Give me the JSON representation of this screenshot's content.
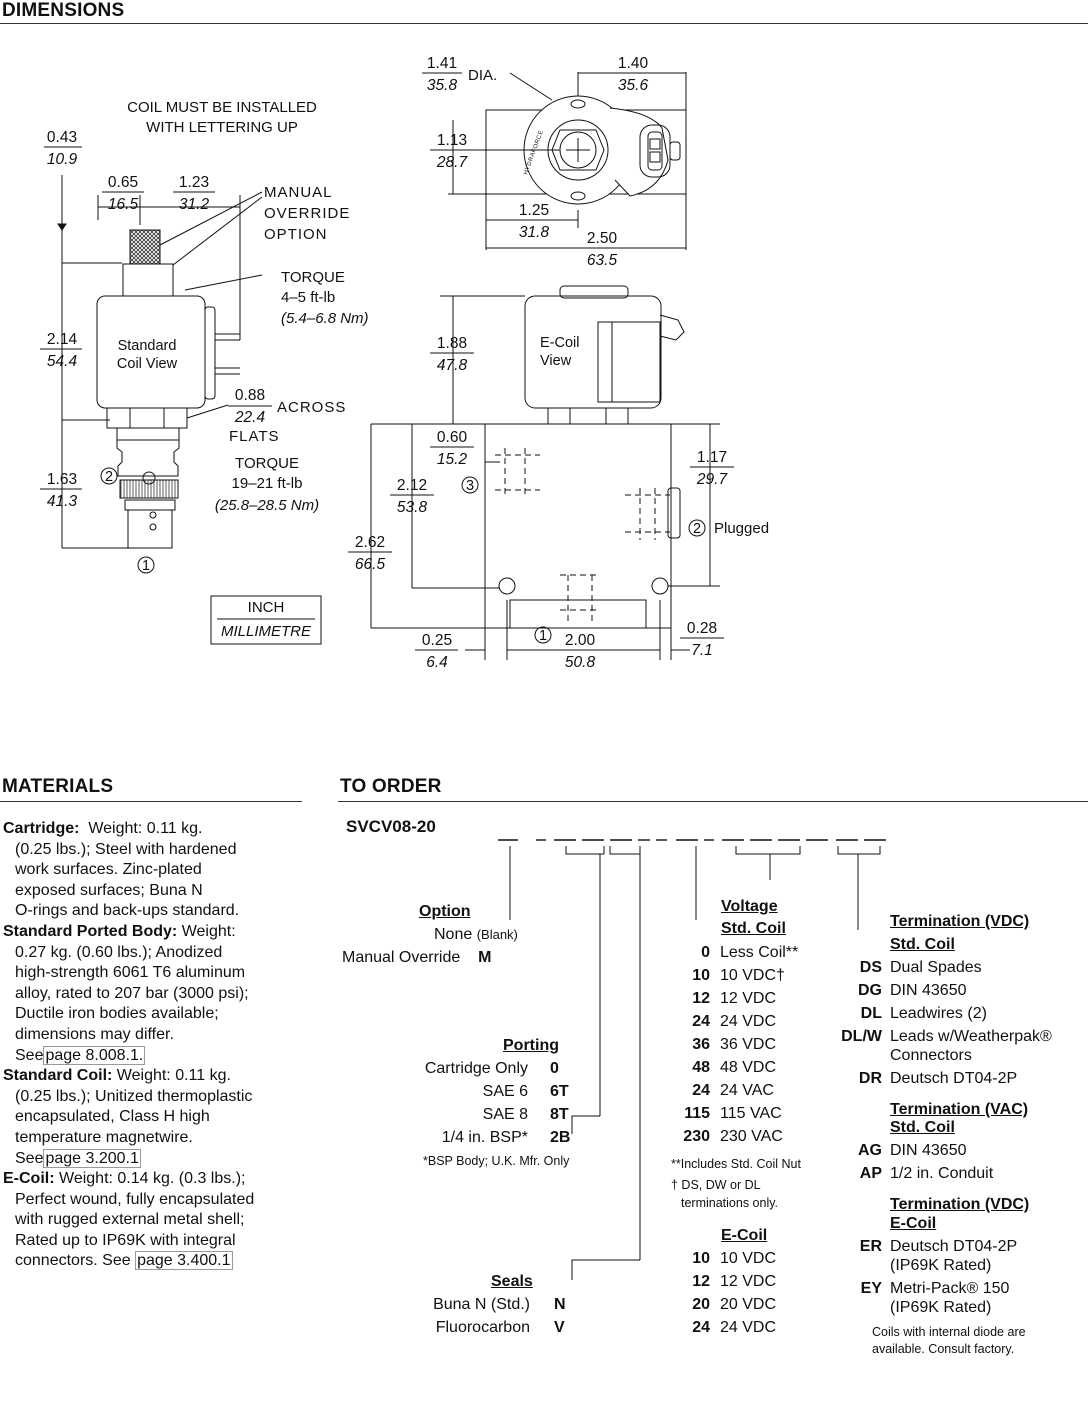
{
  "sections": {
    "dimensions": "DIMENSIONS",
    "materials": "MATERIALS",
    "to_order": "TO ORDER"
  },
  "drawing": {
    "coil_note_1": "COIL MUST BE INSTALLED",
    "coil_note_2": "WITH LETTERING UP",
    "d043_in": "0.43",
    "d043_mm": "10.9",
    "d065_in": "0.65",
    "d065_mm": "16.5",
    "d123_in": "1.23",
    "d123_mm": "31.2",
    "manual_1": "MANUAL",
    "manual_2": "OVERRIDE",
    "manual_3": "OPTION",
    "torque1_t": "TORQUE",
    "torque1_v": "4–5 ft-lb",
    "torque1_m": "(5.4–6.8 Nm)",
    "d214_in": "2.14",
    "d214_mm": "54.4",
    "std_coil_1": "Standard",
    "std_coil_2": "Coil View",
    "d088_in": "0.88",
    "d088_mm": "22.4",
    "across": "ACROSS",
    "flats": "FLATS",
    "torque2_t": "TORQUE",
    "torque2_v": "19–21 ft-lb",
    "torque2_m": "(25.8–28.5 Nm)",
    "d163_in": "1.63",
    "d163_mm": "41.3",
    "port1": "1",
    "port2": "2",
    "port3": "3",
    "legend_in": "INCH",
    "legend_mm": "MILLIMETRE",
    "d141_in": "1.41",
    "d141_mm": "35.8",
    "dia": "DIA.",
    "d140_in": "1.40",
    "d140_mm": "35.6",
    "d113_in": "1.13",
    "d113_mm": "28.7",
    "d125_in": "1.25",
    "d125_mm": "31.8",
    "d250_in": "2.50",
    "d250_mm": "63.5",
    "d188_in": "1.88",
    "d188_mm": "47.8",
    "ecoil_1": "E-Coil",
    "ecoil_2": "View",
    "d060_in": "0.60",
    "d060_mm": "15.2",
    "d212_in": "2.12",
    "d212_mm": "53.8",
    "d262_in": "2.62",
    "d262_mm": "66.5",
    "d117_in": "1.17",
    "d117_mm": "29.7",
    "plugged": "Plugged",
    "d025_in": "0.25",
    "d025_mm": "6.4",
    "d200_in": "2.00",
    "d200_mm": "50.8",
    "d028_in": "0.28",
    "d028_mm": "7.1",
    "hydraforce": "HYDRAFORCE"
  },
  "materials": {
    "cartridge_h": "Cartridge:",
    "cartridge_1": "Weight: 0.11 kg.",
    "cartridge_2": "(0.25 lbs.); Steel with hardened",
    "cartridge_3": "work surfaces. Zinc-plated",
    "cartridge_4": "exposed surfaces; Buna N",
    "cartridge_5": "O-rings and back-ups standard.",
    "body_h": "Standard Ported Body:",
    "body_1": "Weight:",
    "body_2": "0.27 kg. (0.60 lbs.); Anodized",
    "body_3": "high-strength 6061 T6 aluminum",
    "body_4": "alloy, rated to 207 bar (3000 psi);",
    "body_5": "Ductile iron bodies available;",
    "body_6": "dimensions may differ.",
    "body_see": "See",
    "body_link": "page 8.008.1.",
    "coil_h": "Standard Coil:",
    "coil_1": "Weight: 0.11 kg.",
    "coil_2": "(0.25 lbs.); Unitized thermoplastic",
    "coil_3": "encapsulated, Class H high",
    "coil_4": "temperature magnetwire.",
    "coil_see": "See",
    "coil_link": "page 3.200.1",
    "ecoil_h": "E-Coil:",
    "ecoil_1": "Weight: 0.14 kg. (0.3 lbs.);",
    "ecoil_2": "Perfect wound, fully encapsulated",
    "ecoil_3": "with rugged external metal shell;",
    "ecoil_4": "Rated up to IP69K with integral",
    "ecoil_5": "connectors. See",
    "ecoil_link": "page 3.400.1"
  },
  "order": {
    "model": "SVCV08-20",
    "option_h": "Option",
    "option_none": "None",
    "option_blank": "(Blank)",
    "option_mo": "Manual Override",
    "option_mo_code": "M",
    "porting_h": "Porting",
    "porting": [
      {
        "label": "Cartridge Only",
        "code": "0"
      },
      {
        "label": "SAE 6",
        "code": "6T"
      },
      {
        "label": "SAE 8",
        "code": "8T"
      },
      {
        "label": "1/4 in. BSP*",
        "code": "2B"
      }
    ],
    "porting_note": "*BSP Body; U.K. Mfr. Only",
    "seals_h": "Seals",
    "seals": [
      {
        "label": "Buna N (Std.)",
        "code": "N"
      },
      {
        "label": "Fluorocarbon",
        "code": "V"
      }
    ],
    "voltage_h": "Voltage",
    "std_coil_h": "Std. Coil",
    "std_voltages": [
      {
        "code": "0",
        "label": "Less Coil**"
      },
      {
        "code": "10",
        "label": "10 VDC†"
      },
      {
        "code": "12",
        "label": "12 VDC"
      },
      {
        "code": "24",
        "label": "24 VDC"
      },
      {
        "code": "36",
        "label": "36 VDC"
      },
      {
        "code": "48",
        "label": "48 VDC"
      },
      {
        "code": "24",
        "label": "24 VAC"
      },
      {
        "code": "115",
        "label": "115 VAC"
      },
      {
        "code": "230",
        "label": "230 VAC"
      }
    ],
    "note_nut": "**Includes Std. Coil Nut",
    "note_dagger_1": "† DS, DW or DL",
    "note_dagger_2": "terminations only.",
    "ecoil_h": "E-Coil",
    "e_voltages": [
      {
        "code": "10",
        "label": "10 VDC"
      },
      {
        "code": "12",
        "label": "12 VDC"
      },
      {
        "code": "20",
        "label": "20 VDC"
      },
      {
        "code": "24",
        "label": "24 VDC"
      }
    ],
    "term_vdc_h": "Termination (VDC)",
    "term_vdc_sub": "Std. Coil",
    "term_vdc": [
      {
        "code": "DS",
        "label": "Dual Spades"
      },
      {
        "code": "DG",
        "label": "DIN 43650"
      },
      {
        "code": "DL",
        "label": "Leadwires (2)"
      },
      {
        "code": "DL/W",
        "label": "Leads w/Weatherpak®"
      },
      {
        "code": "",
        "label": "Connectors"
      },
      {
        "code": "DR",
        "label": "Deutsch DT04-2P"
      }
    ],
    "term_vac_h": "Termination (VAC)",
    "term_vac_sub": "Std. Coil",
    "term_vac": [
      {
        "code": "AG",
        "label": "DIN 43650"
      },
      {
        "code": "AP",
        "label": "1/2 in. Conduit"
      }
    ],
    "term_e_h": "Termination (VDC)",
    "term_e_sub": "E-Coil",
    "term_e": [
      {
        "code": "ER",
        "label": "Deutsch DT04-2P"
      },
      {
        "code": "",
        "label": "(IP69K Rated)"
      },
      {
        "code": "EY",
        "label": "Metri-Pack® 150"
      },
      {
        "code": "",
        "label": "(IP69K Rated)"
      }
    ],
    "diode_note_1": "Coils with internal diode are",
    "diode_note_2": "available. Consult factory."
  }
}
